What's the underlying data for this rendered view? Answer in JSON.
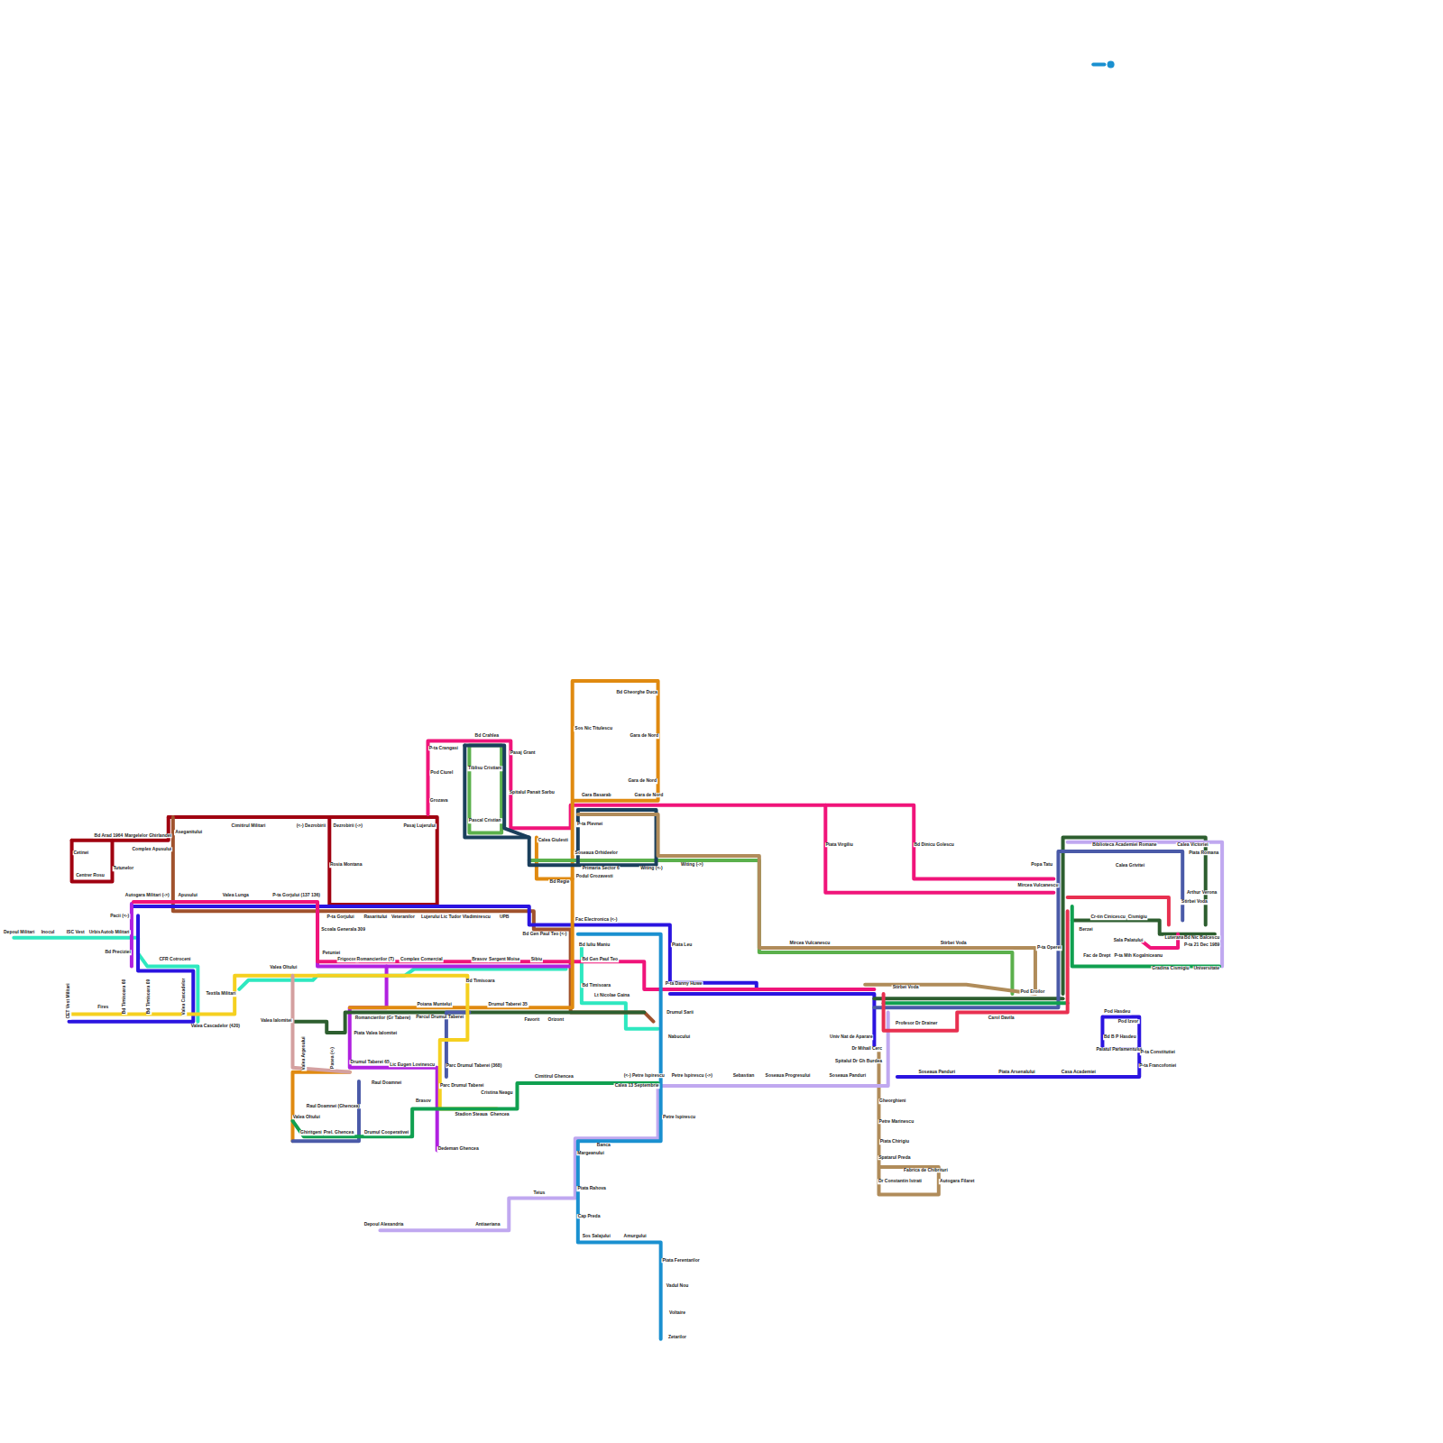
{
  "diagram": {
    "labels": [
      "Depoul Militari",
      "Inocul",
      "ISC Vest",
      "Urbis",
      "Autob Militari",
      "Bd Arad 1964",
      "Margelelor",
      "Ghirlandei",
      "Cetinei",
      "Tutunelor",
      "Centrer Rosu",
      "Complex Apusului",
      "Aseganitului",
      "Cimitirul Militari",
      "(<-) Dezrobirii",
      "Dezrobirii (->)",
      "Pasaj Lujerului",
      "Rosia Montana",
      "Autogara Militari (->)",
      "Apusului",
      "Valea Lunga",
      "P-ta Gorjului (137 136)",
      "Pacii (<-)",
      "P-ta Gorjului",
      "Rasaritului",
      "Veteranilor",
      "Lujerului",
      "Lic Tudor Vladimirescu",
      "UPB",
      "Scoala Generala 309",
      "Bd Preciziei",
      "Petuniei",
      "CFR Cotroceni",
      "Frigocom",
      "Romancierilor (T)",
      "Complex Comercial",
      "Brasov",
      "Sergent Moise",
      "Sibiu",
      "Bd Gen Paul Teo (<-)",
      "Fac Electronica (<-)",
      "Bd Iuliu Maniu",
      "Piata Leu",
      "Bd Gen Paul Teo",
      "Bd Timisoara",
      "Bd Timisoara",
      "Lt Nicolae Gaina",
      "P-ta Danny Huwe",
      "Drumul Sarii",
      "Valea Oltului",
      "Textila Militari",
      "CET Vest Militari",
      "Fires",
      "Bd Timisoara 60",
      "Bd Timisoara 09",
      "Valea Cascadelor",
      "Valea Cascadelor (420)",
      "Valea Ialomitei",
      "Romancierilor (Gr Tabere)",
      "Poiana Muntelui",
      "Parcul Drumul Taberei",
      "Drumul Taberei 35",
      "Favorit",
      "Orizont",
      "Piata Valea Ialomitei",
      "Valea Argesului",
      "Pasea (<-)",
      "Drumul Taberei 65",
      "Lic Eugen Lovinescu",
      "Parc Drumul Taberei (368)",
      "Raul Doamnei",
      "Parc Drumul Taberei",
      "Cristina Neagu",
      "Cimitirul Ghencea",
      "Raul Doamnei (Ghencea)",
      "Brasov",
      "Valea Oltului",
      "Stadion Steaua",
      "Ghencea",
      "Ghiritgeni",
      "Prel. Ghencea",
      "Drumul Cooperativei",
      "Dedeman Ghencea",
      "(<-) Petre Ispirescu",
      "Calea 13 Septembrie",
      "Petre Ispirescu (->)",
      "Sebastian",
      "Soseaua Progresului",
      "Soseaua Panduri",
      "Petre Ispirescu",
      "Banca",
      "Margeanului",
      "Piata Rahova",
      "Teius",
      "Depoul Alexandria",
      "Antiaeriana",
      "Cap Preda",
      "Sos Salajului",
      "Amurgului",
      "Piata Ferentarilor",
      "Vadul Nou",
      "Voltaire",
      "Zetarilor",
      "Nabucului",
      "Bd Gheorghe Duca",
      "Sos Nic Titulescu",
      "Gara de Nord",
      "Gara de Nord",
      "Gara Basarab",
      "Gara de Nord",
      "P-ta Plevnei",
      "Soseaua Orhideelor",
      "Primaria Sector 6",
      "Witing (<-)",
      "Witing (->)",
      "Podul Grozavesti",
      "Bd Regie",
      "Calea Giulesti",
      "Bd Crahlea",
      "Pasaj Grant",
      "Tiblisu Cristiani",
      "Spitalul Panait Sarbu",
      "Pascal Cristian",
      "P-ta Crangasi",
      "Pod Ciurel",
      "Grozava",
      "Piata Virgiliu",
      "Bd Dinicu Golescu",
      "Mircea Vulcanescu",
      "Stirbei Voda",
      "P-ta Operei",
      "Biblioteca Academiei Romane",
      "Calea Victoriei",
      "Piata Romana",
      "Popa Tatu",
      "Calea Grivitei",
      "Mircea Vulcanescu",
      "Arthur Verona",
      "Stirbei Voda",
      "Cr-tin Cinicescu",
      "Cismigiu",
      "Berzei",
      "Sala Palatului",
      "Luterana",
      "Bd Nic Balcescu",
      "P-ta 21 Dec 1989",
      "Fac de Drept",
      "P-ta Mih Kogalniceanu",
      "Gradina Cismigiu",
      "Universitate",
      "Stirbei Voda",
      "Pod Eroilor",
      "Carol Davila",
      "Profesor Dr Drainer",
      "Univ Nat de Aparare",
      "Dr Mihail Cerc",
      "Spitalul Dr Gh Burdea",
      "Soseaua Panduri",
      "Piata Arsenalului",
      "Casa Academiei",
      "Pod Hasdeu",
      "Pod Izvor",
      "Bd B P Hasdeu",
      "Palatul Parlamentului",
      "P-ta Constitutiei",
      "P-ta Francofoniei",
      "Gheorghieni",
      "Petre Marinescu",
      "Piata Chirigiu",
      "Spatarul Preda",
      "Fabrica de Chibrituri",
      "Dr Constantin Istrati",
      "Autogara Filaret"
    ]
  }
}
